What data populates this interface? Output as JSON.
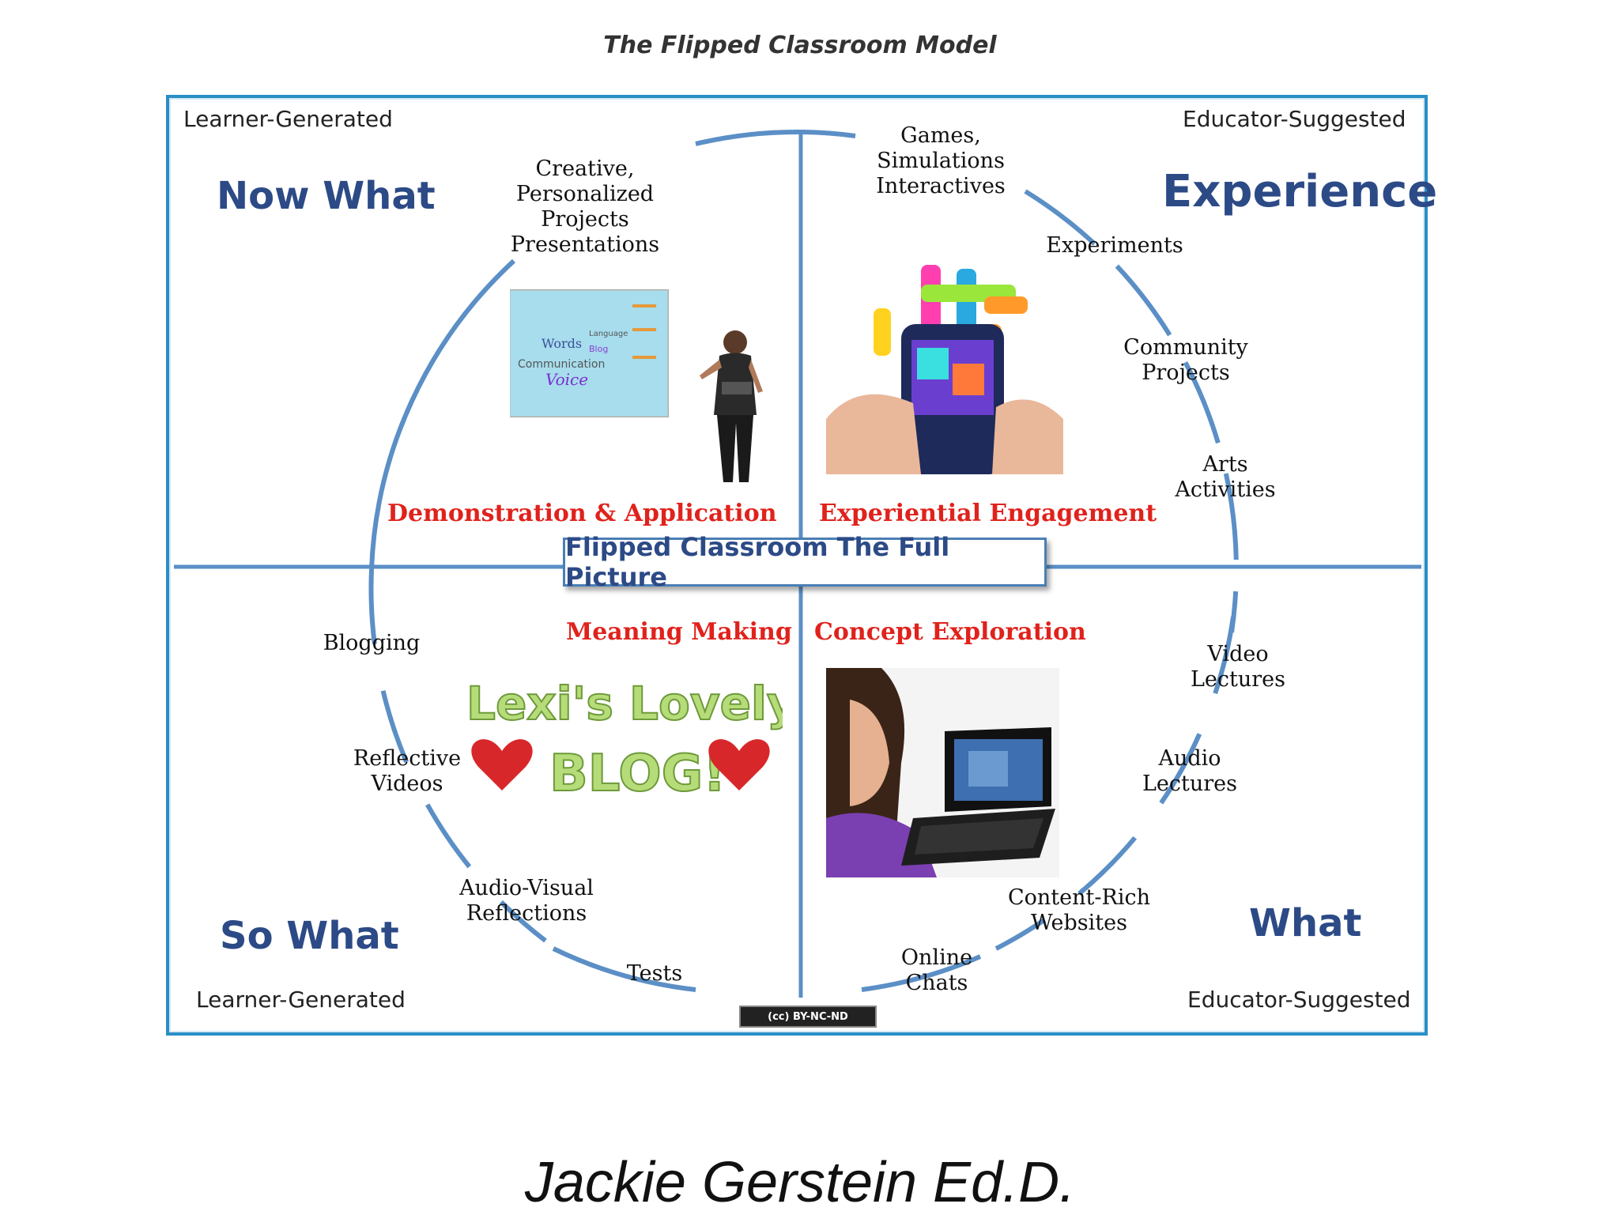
{
  "title": "The Flipped Classroom Model",
  "author": "Jackie Gerstein Ed.D.",
  "center_label": "Flipped Classroom The Full Picture",
  "license_badge": "(cc) BY-NC-ND",
  "corners": {
    "top_left": "Learner-Generated",
    "top_right": "Educator-Suggested",
    "bottom_left": "Learner-Generated",
    "bottom_right": "Educator-Suggested"
  },
  "quadrants": {
    "now_what": "Now What",
    "experience": "Experience",
    "so_what": "So What",
    "what": "What"
  },
  "phases": {
    "demonstration": "Demonstration & Application",
    "experiential": "Experiential Engagement",
    "meaning": "Meaning Making",
    "concept": "Concept Exploration"
  },
  "activities": {
    "creative": [
      "Creative,",
      "Personalized",
      "Projects",
      "Presentations"
    ],
    "games": [
      "Games,",
      "Simulations",
      "Interactives"
    ],
    "experiments": "Experiments",
    "community": [
      "Community",
      "Projects"
    ],
    "arts": [
      "Arts",
      "Activities"
    ],
    "blogging": "Blogging",
    "reflective": [
      "Reflective",
      "Videos"
    ],
    "audio_visual": [
      "Audio-Visual",
      "Reflections"
    ],
    "tests": "Tests",
    "video_lectures": [
      "Video",
      "Lectures"
    ],
    "audio_lectures": [
      "Audio",
      "Lectures"
    ],
    "content_rich": [
      "Content-Rich",
      "Websites"
    ],
    "online_chats": [
      "Online",
      "Chats"
    ]
  },
  "images": {
    "blog_line1": "Lexi's Lovely",
    "blog_line2": "BLOG!",
    "wordcloud_words": [
      "Words",
      "Communication",
      "Voice",
      "Language",
      "Blog"
    ]
  },
  "colors": {
    "frame": "#2a8ec6",
    "circle": "#5b8fc6",
    "heading": "#2c4a86",
    "phase": "#e0221c"
  }
}
